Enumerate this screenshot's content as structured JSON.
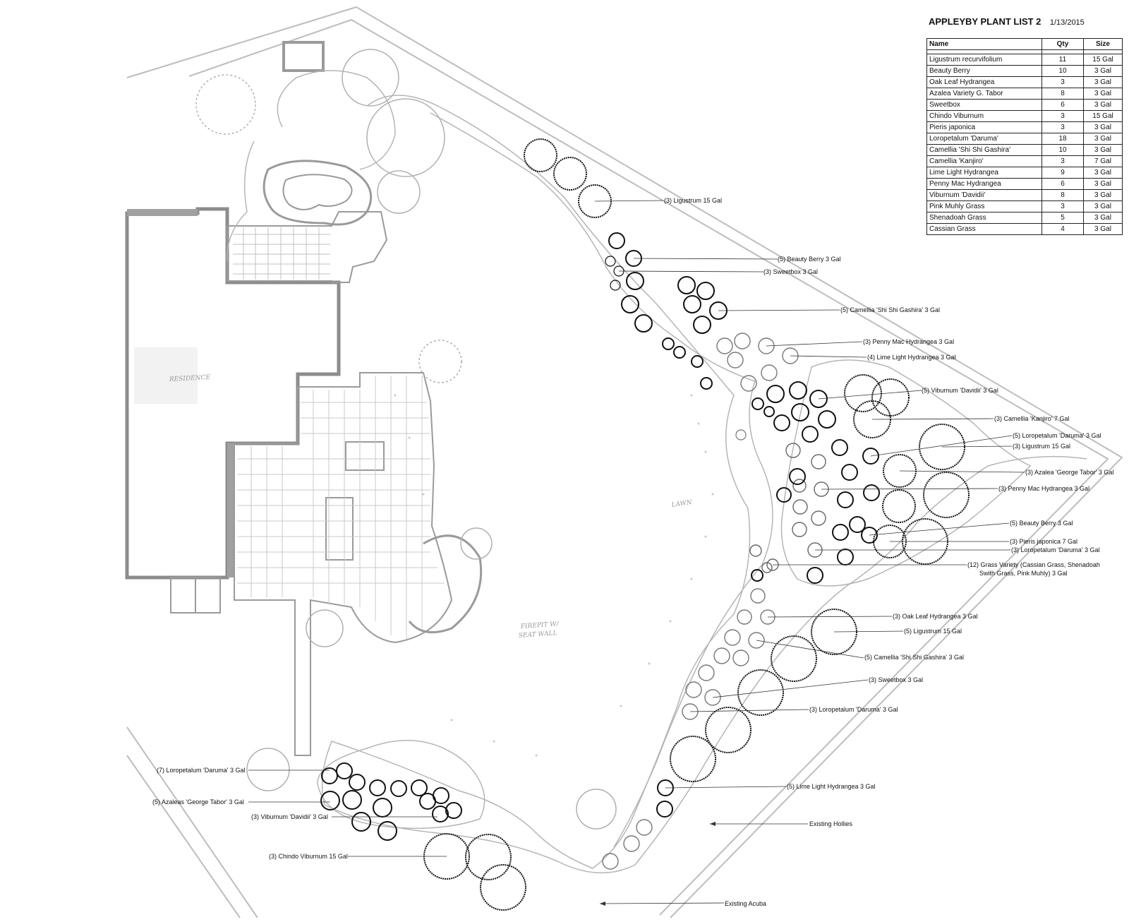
{
  "title": "APPLEYBY PLANT LIST 2",
  "date": "1/13/2015",
  "table": {
    "headers": [
      "Name",
      "Qty",
      "Size"
    ],
    "rows": [
      {
        "name": "Ligustrum recurvifolium",
        "qty": "11",
        "size": "15 Gal"
      },
      {
        "name": "Beauty Berry",
        "qty": "10",
        "size": "3 Gal"
      },
      {
        "name": "Oak Leaf Hydrangea",
        "qty": "3",
        "size": "3 Gal"
      },
      {
        "name": "Azalea Variety G. Tabor",
        "qty": "8",
        "size": "3 Gal"
      },
      {
        "name": "Sweetbox",
        "qty": "6",
        "size": "3 Gal"
      },
      {
        "name": "Chindo Viburnum",
        "qty": "3",
        "size": "15 Gal"
      },
      {
        "name": "Pieris japonica",
        "qty": "3",
        "size": "3 Gal"
      },
      {
        "name": "Loropetalum 'Daruma'",
        "qty": "18",
        "size": "3 Gal"
      },
      {
        "name": "Camellia 'Shi Shi Gashira'",
        "qty": "10",
        "size": "3 Gal"
      },
      {
        "name": "Camellia 'Kanjiro'",
        "qty": "3",
        "size": "7 Gal"
      },
      {
        "name": "Lime Light Hydrangea",
        "qty": "9",
        "size": "3 Gal"
      },
      {
        "name": "Penny Mac Hydrangea",
        "qty": "6",
        "size": "3 Gal"
      },
      {
        "name": "Viburnum 'Davidii'",
        "qty": "8",
        "size": "3 Gal"
      },
      {
        "name": "Pink Muhly Grass",
        "qty": "3",
        "size": "3 Gal"
      },
      {
        "name": "Shenadoah Grass",
        "qty": "5",
        "size": "3 Gal"
      },
      {
        "name": "Cassian Grass",
        "qty": "4",
        "size": "3 Gal"
      }
    ]
  },
  "callouts": {
    "ligustrum_top": "(3) Ligustrum 15 Gal",
    "beauty_berry_top": "(5) Beauty Berry 3 Gal",
    "sweetbox_top": "(3) Sweetbox 3 Gal",
    "camellia_shishi_top": "(5) Camellia 'Shi Shi Gashira' 3 Gal",
    "penny_mac_top": "(3) Penny Mac Hydrangea 3 Gal",
    "lime_light_top": "(4) Lime Light Hydrangea 3 Gal",
    "viburnum_davidii_top": "(5) Viburnum 'Davidii' 3 Gal",
    "camellia_kanjiro": "(3) Camellia 'Kanjiro' 7 Gal",
    "loropetalum_5": "(5) Loropetalum 'Daruma' 3 Gal",
    "ligustrum_mid": "(3) Ligustrum 15 Gal",
    "azalea_3": "(3) Azalea 'George Tabor' 3 Gal",
    "penny_mac_mid": "(3) Penny Mac Hydrangea 3 Gal",
    "beauty_berry_mid": "(5) Beauty Berry 3 Gal",
    "pieris": "(3) Pieris japonica 7 Gal",
    "loropetalum_3a": "(3) Loropetalum 'Daruma' 3 Gal",
    "grass_line1": "(12) Grass Variety (Cassian Grass, Shenadoah",
    "grass_line2": "Swith Grass, Pink Muhly) 3 Gal",
    "oak_leaf": "(3) Oak Leaf Hydrangea 3 Gal",
    "ligustrum_5": "(5) Ligustrum 15 Gal",
    "camellia_shishi_low": "(5) Camellia 'Shi Shi Gashira' 3 Gal",
    "sweetbox_low": "(3) Sweetbox 3 Gal",
    "loropetalum_3b": "(3) Loropetalum 'Daruma' 3 Gal",
    "lime_light_low": "(5) Lime Light Hydrangea 3 Gal",
    "existing_hollies": "Existing Hollies",
    "existing_acuba": "Existing Acuba",
    "loropetalum_7": "(7) Loropetalum 'Daruma' 3 Gal",
    "azaleas_5": "(5) Azaleas 'George Tabor' 3 Gal",
    "viburnum_davidii_low": "(3) Viburnum 'Davidii' 3 Gal",
    "chindo": "(3) Chindo Viburnum 15 Gal"
  },
  "handwritten": {
    "residence": "RESIDENCE",
    "lawn": "LAWN",
    "firepit_line1": "FIREPIT W/",
    "firepit_line2": "SEAT WALL"
  }
}
